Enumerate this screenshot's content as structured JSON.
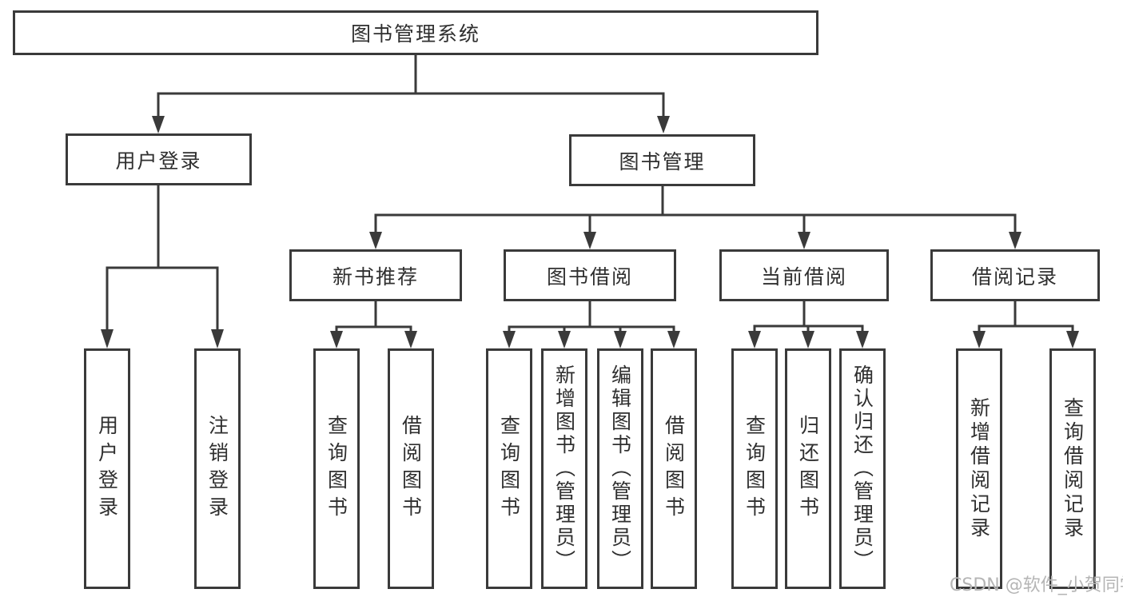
{
  "nodes": {
    "root": "图书管理系统",
    "level2": {
      "user_login": "用户登录",
      "book_mgmt": "图书管理"
    },
    "level3": {
      "new_book_rec": "新书推荐",
      "book_borrow": "图书借阅",
      "current_borrow": "当前借阅",
      "borrow_records": "借阅记录"
    },
    "leaves": {
      "user_login": "用户登录",
      "logout": "注销登录",
      "rec_query_book": "查询图书",
      "rec_borrow_book": "借阅图书",
      "borrow_query_book": "查询图书",
      "borrow_add_book": "新增图书（管理员）",
      "borrow_edit_book": "编辑图书（管理员）",
      "borrow_borrow_book": "借阅图书",
      "current_query_book": "查询图书",
      "current_return_book": "归还图书",
      "current_confirm_return": "确认归还（管理员）",
      "records_add_record": "新增借阅记录",
      "records_query_record": "查询借阅记录"
    }
  },
  "watermark": "CSDN @软件_小贺同学",
  "colors": {
    "line": "#3a3a3a",
    "text": "#2f2f2f",
    "background": "#ffffff",
    "watermark": "#b5b5b5"
  }
}
